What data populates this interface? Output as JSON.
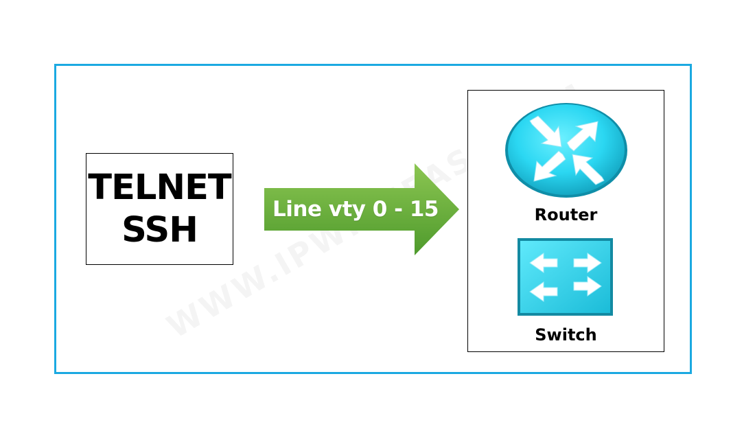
{
  "protocols": {
    "line1": "TELNET",
    "line2": "SSH"
  },
  "arrow": {
    "label": "Line vty 0 - 15",
    "color_light": "#8cc652",
    "color_dark": "#4e9a2c"
  },
  "devices": {
    "router_label": "Router",
    "switch_label": "Switch",
    "icon_color": "#2bd7f2"
  },
  "frame_color": "#1ba9e1",
  "watermark": "WWW.IPWITHEASE.COM"
}
